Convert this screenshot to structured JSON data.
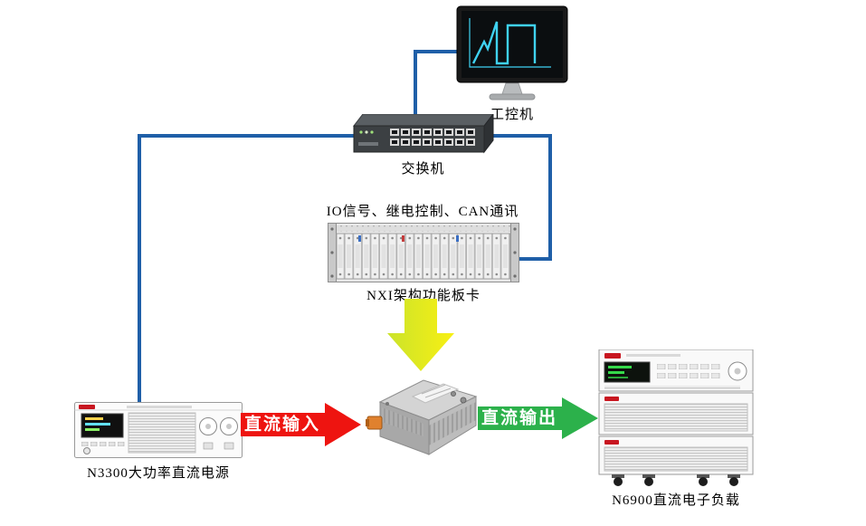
{
  "colors": {
    "wire_blue": "#1f5fa8",
    "arrow_red": "#ee1410",
    "arrow_green": "#2cb14b",
    "arrow_yellow_1": "#cbe32b",
    "arrow_yellow_2": "#f8f013",
    "screen_trace": "#3fd2f2",
    "brand_red": "#c81620",
    "arrow_text": "#ffffff"
  },
  "nodes": {
    "industrial_pc": {
      "label": "工控机"
    },
    "network_switch": {
      "label": "交换机"
    },
    "nxi_chassis": {
      "label": "NXI架构功能板卡",
      "bus_caption": "IO信号、继电控制、CAN通讯"
    },
    "dc_power_supply": {
      "label": "N3300大功率直流电源"
    },
    "dc_electronic_load": {
      "label": "N6900直流电子负载"
    }
  },
  "flows": {
    "dc_input": {
      "label": "直流输入"
    },
    "dc_output": {
      "label": "直流输出"
    }
  }
}
